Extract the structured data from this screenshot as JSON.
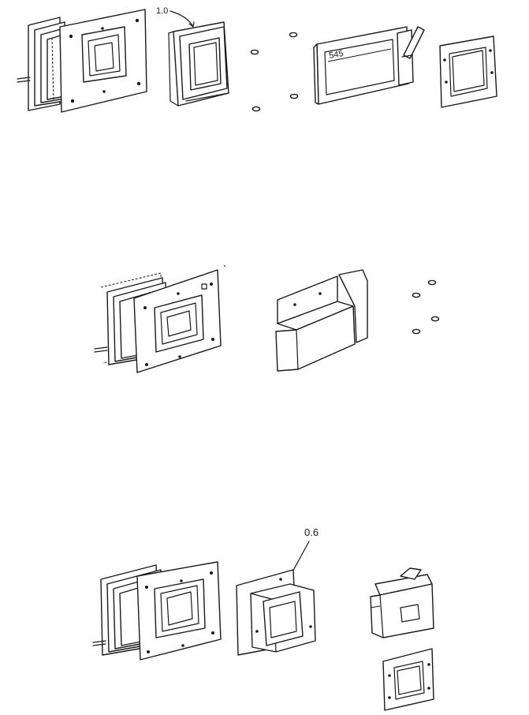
{
  "figure": {
    "panel_top": {
      "callout": "1.0",
      "plate_marking": "545"
    },
    "panel_middle": {},
    "panel_bottom": {
      "callout": "0.6"
    }
  },
  "colors": {
    "ink": "#1a1a1a",
    "paper": "#ffffff"
  }
}
